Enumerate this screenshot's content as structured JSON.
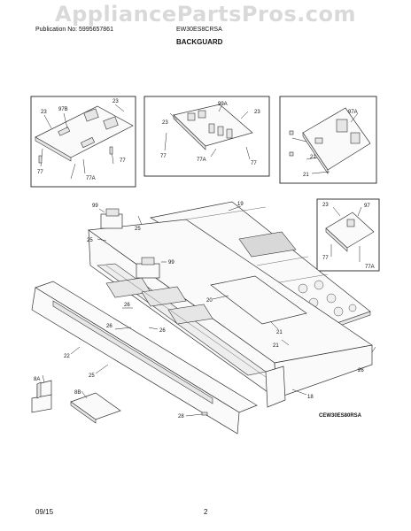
{
  "watermark": "AppliancePartsPros.com",
  "header": {
    "publication": "Publication No: 5995657861",
    "model": "EW30ES8CRSA",
    "section_title": "BACKGUARD"
  },
  "figure_ref": "CEW30ES80RSA",
  "footer": {
    "date": "09/15",
    "page": "2"
  },
  "callouts": {
    "c23": "23",
    "c97b": "97B",
    "c77": "77",
    "c77a": "77A",
    "c99a": "99A",
    "c97a": "97A",
    "c21": "21",
    "c97": "97",
    "c99": "99",
    "c25": "25",
    "c19": "19",
    "c20": "20",
    "c26": "26",
    "c22": "22",
    "c18": "18",
    "c28": "28",
    "c8a": "8A",
    "c8b": "8B"
  }
}
